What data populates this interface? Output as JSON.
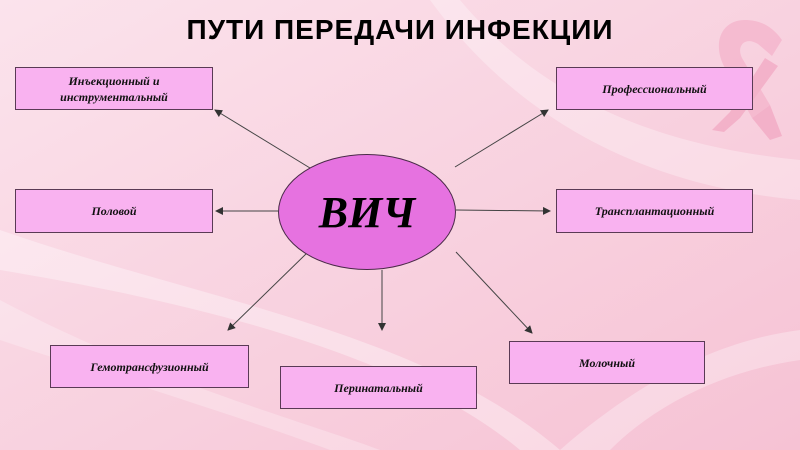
{
  "title": "ПУТИ ПЕРЕДАЧИ ИНФЕКЦИИ",
  "center": "ВИЧ",
  "nodes": {
    "injection": "Инъекционный и инструментальный",
    "sexual": "Половой",
    "hemotransfusion": "Гемотрансфузионный",
    "perinatal": "Перинатальный",
    "professional": "Профессиональный",
    "transplant": "Трансплантационный",
    "milk": "Молочный"
  },
  "colors": {
    "background": "#f9d3e0",
    "box_fill": "#f9b2f0",
    "ellipse_fill": "#e672e0"
  }
}
